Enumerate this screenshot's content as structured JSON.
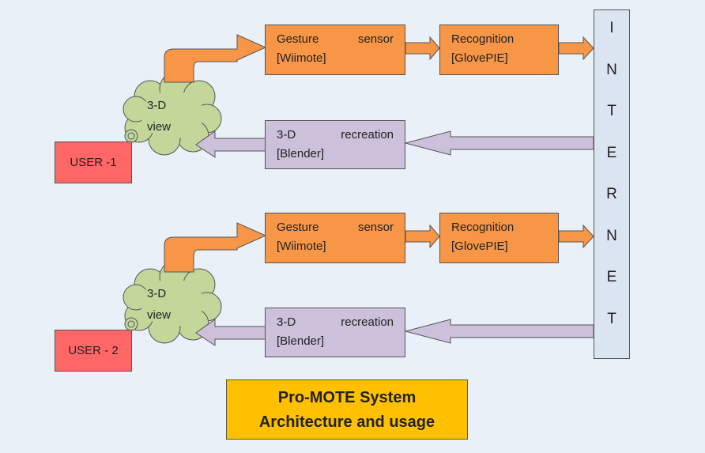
{
  "internet": {
    "letters": [
      "I",
      "N",
      "T",
      "E",
      "R",
      "N",
      "E",
      "T"
    ]
  },
  "group1": {
    "user_label": "USER -1",
    "cloud": {
      "line1": "3-D",
      "line2": "view"
    },
    "gesture": {
      "w1": "Gesture",
      "w2": "sensor",
      "line2": "[Wiimote]"
    },
    "recognition": {
      "line1": "Recognition",
      "line2": "[GlovePIE]"
    },
    "recreation": {
      "w1": "3-D",
      "w2": "recreation",
      "line2": "[Blender]"
    }
  },
  "group2": {
    "user_label": "USER - 2",
    "cloud": {
      "line1": "3-D",
      "line2": "view"
    },
    "gesture": {
      "w1": "Gesture",
      "w2": "sensor",
      "line2": "[Wiimote]"
    },
    "recognition": {
      "line1": "Recognition",
      "line2": "[GlovePIE]"
    },
    "recreation": {
      "w1": "3-D",
      "w2": "recreation",
      "line2": "[Blender]"
    }
  },
  "caption": {
    "line1": "Pro-MOTE System",
    "line2": "Architecture and usage"
  },
  "colors": {
    "orange": "#f79646",
    "lilac": "#ccc0da",
    "red": "#ff6666",
    "cloud": "#c4d79b",
    "internet": "#dbe5f1",
    "caption": "#ffc000"
  }
}
